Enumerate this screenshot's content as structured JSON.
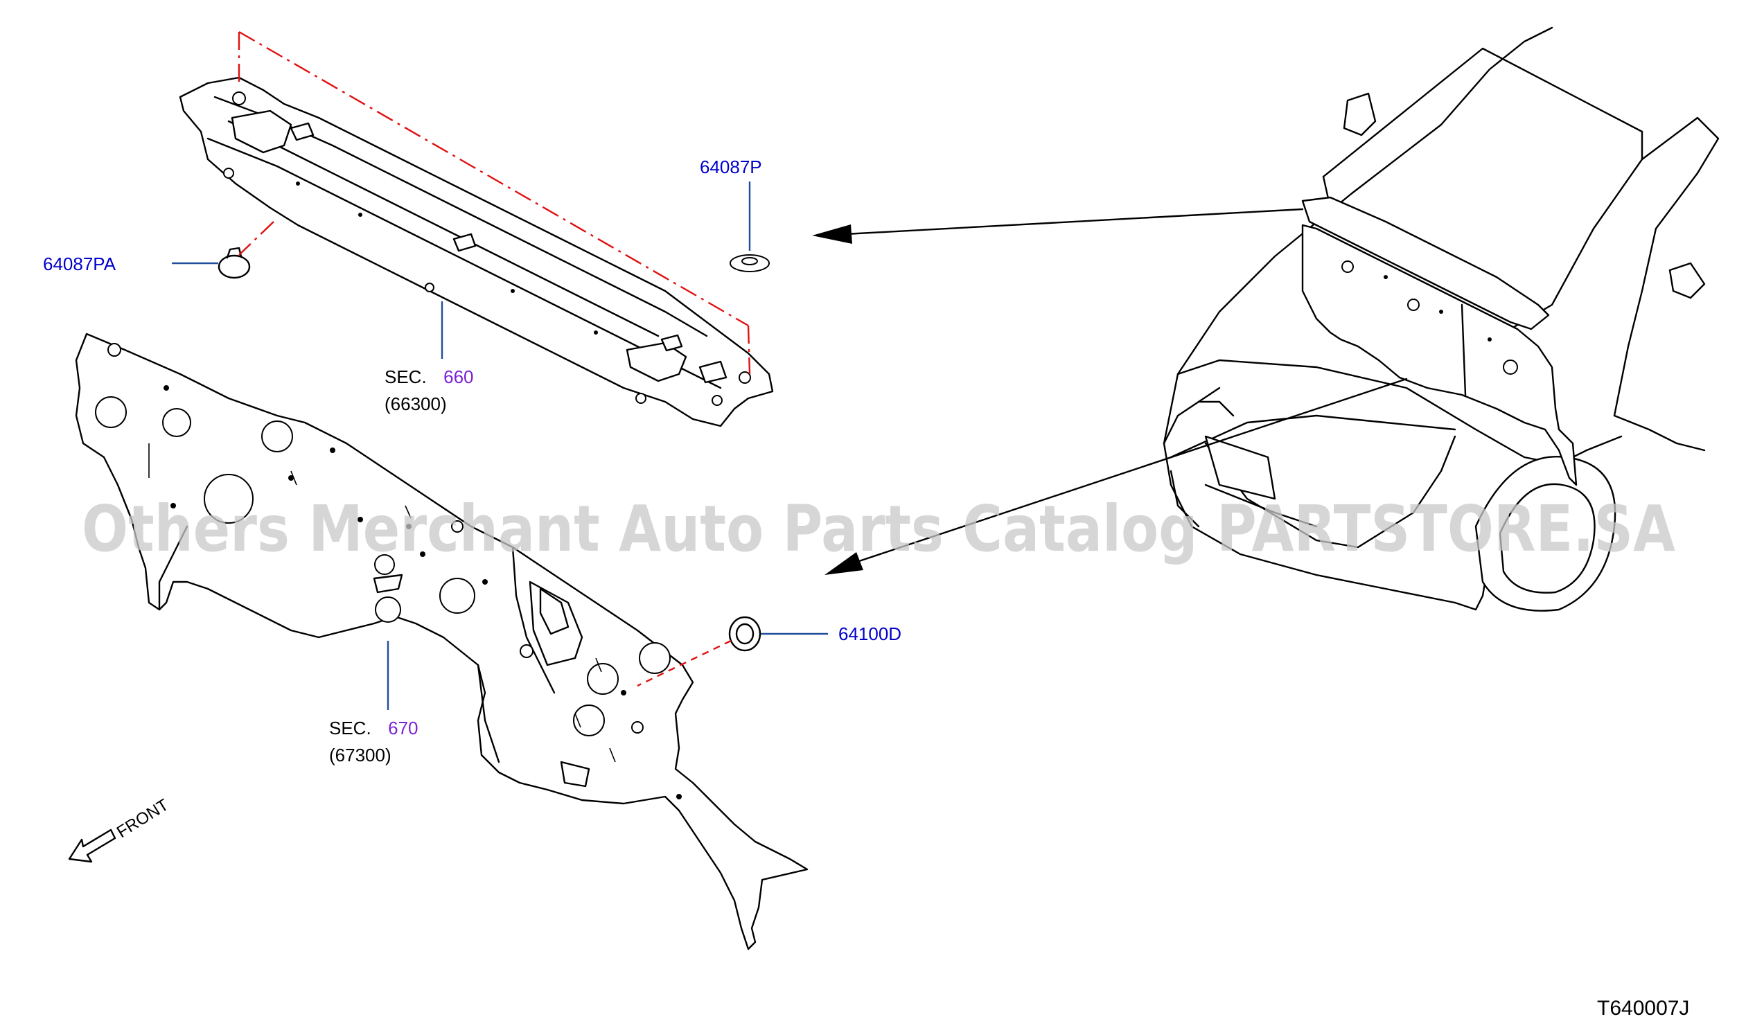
{
  "diagram": {
    "code": "T640007J",
    "watermark": "Others Merchant Auto Parts Catalog PARTSTORE.SA",
    "front_label": "FRONT"
  },
  "parts": [
    {
      "id": "64087P",
      "label": "64087P"
    },
    {
      "id": "64087PA",
      "label": "64087PA"
    },
    {
      "id": "64100D",
      "label": "64100D"
    }
  ],
  "sections": [
    {
      "prefix": "SEC.",
      "code": "660",
      "sub": "(66300)"
    },
    {
      "prefix": "SEC.",
      "code": "670",
      "sub": "(67300)"
    }
  ],
  "colors": {
    "part_label": "#0000cc",
    "section_code": "#7b22d6",
    "phantom_line": "#e01010",
    "leader_line": "#1f4e9c"
  }
}
